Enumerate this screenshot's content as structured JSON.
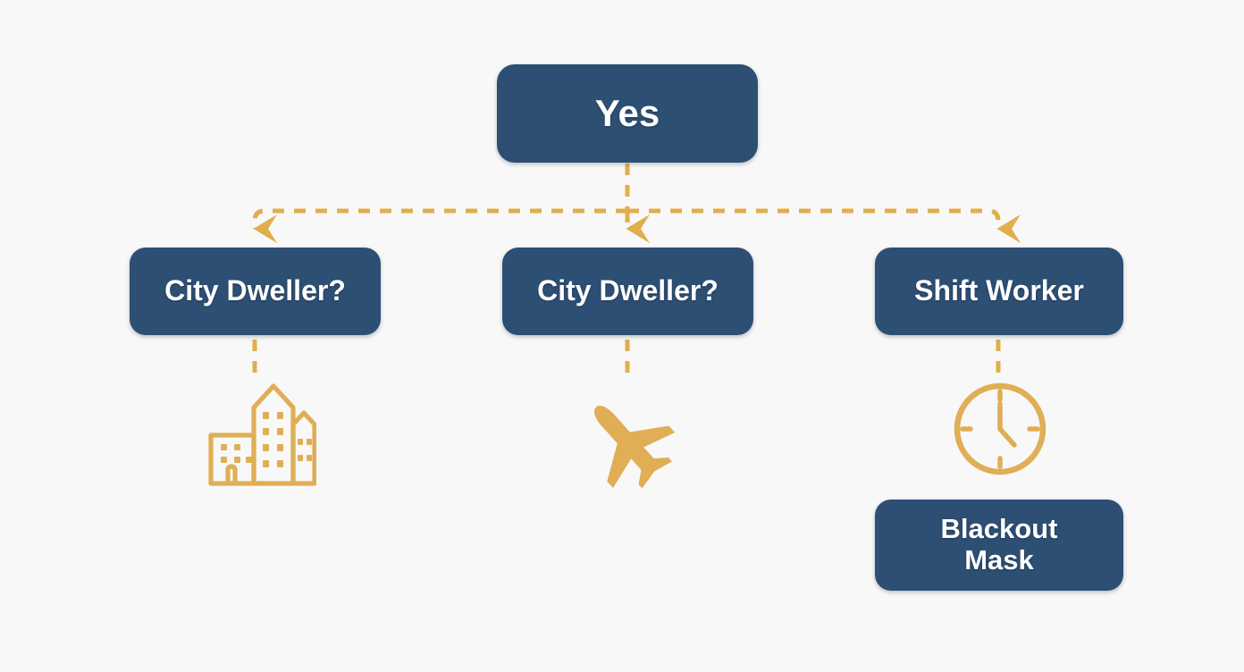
{
  "diagram": {
    "background_color": "#F8F8F8",
    "node_color": "#2D4F74",
    "node_text_color": "#FFFFFF",
    "connector_color": "#E0AE4B",
    "icon_color": "#DFAE55",
    "root": {
      "label": "Yes"
    },
    "branches": [
      {
        "label": "City Dweller?",
        "icon": "buildings-icon"
      },
      {
        "label": "City Dweller?",
        "icon": "airplane-icon"
      },
      {
        "label": "Shift Worker",
        "icon": "clock-icon"
      }
    ],
    "leaf": {
      "line1": "Blackout",
      "line2": "Mask"
    }
  }
}
